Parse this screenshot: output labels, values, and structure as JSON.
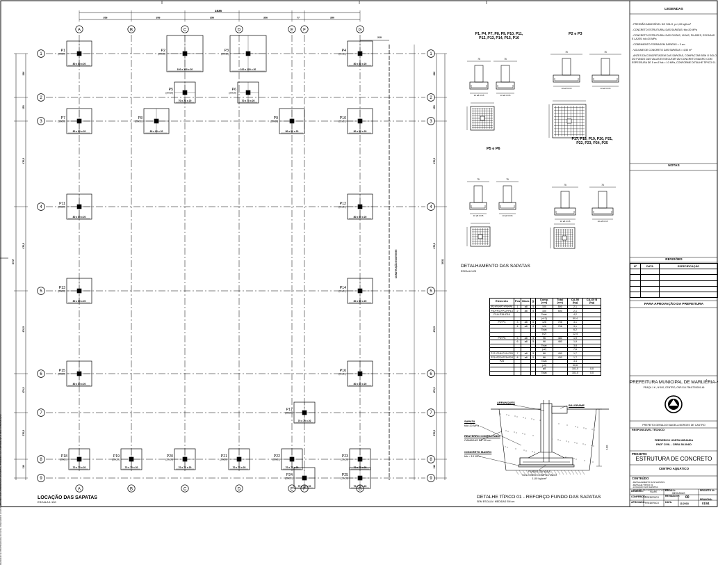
{
  "plan": {
    "title": "LOCAÇÃO DAS SAPATAS",
    "scale": "ESCALA 1:100",
    "col_labels": [
      "A",
      "B",
      "C",
      "D",
      "E",
      "F",
      "G"
    ],
    "row_labels": [
      "1",
      "2",
      "3",
      "4",
      "5",
      "6",
      "7",
      "8",
      "9"
    ],
    "total_width_dim": "1835",
    "bay_dims": [
      "356",
      "356",
      "356",
      "356",
      "77",
      "350"
    ],
    "right_dim": "210",
    "left_total_dim": "3717",
    "right_total_dim": "3931",
    "vertical_note": "CONSTRUÇÃO EXISTENTE",
    "margin_note": "DESENHO E PROPRIEDADE DO ENG. FREDERICO HORTA MIRANDA E DA PREFEITURA MUNICIPAL. PROIBIDA SUA REPRODUÇÃO SEM AUTORIZAÇÃO",
    "footings": [
      {
        "name": "P1",
        "size": "(20x60)",
        "dims": "80 x 80 x 20"
      },
      {
        "name": "P2",
        "size": "(20x16)",
        "dims": "100 x 100 x 20"
      },
      {
        "name": "P3",
        "size": "(20x16)",
        "dims": "100 x 100 x 20"
      },
      {
        "name": "P4",
        "size": "(20x16)",
        "dims": "80 x 80 x 20"
      },
      {
        "name": "P5",
        "size": "(20x16)",
        "dims": "70 x 70 x 20"
      },
      {
        "name": "P6",
        "size": "(20x16)",
        "dims": "70 x 70 x 20"
      },
      {
        "name": "P7",
        "size": "(16x20)",
        "dims": "80 x 80 x 20"
      },
      {
        "name": "P8",
        "size": "(20x16)",
        "dims": "80 x 80 x 20"
      },
      {
        "name": "P9",
        "size": "(20x16)",
        "dims": "80 x 80 x 20"
      },
      {
        "name": "P10",
        "size": "(20x20)",
        "dims": "80 x 80 x 20"
      },
      {
        "name": "P11",
        "size": "(20x20)",
        "dims": "80 x 80 x 20"
      },
      {
        "name": "P12",
        "size": "(20x20)",
        "dims": "80 x 80 x 20"
      },
      {
        "name": "P13",
        "size": "(20x20)",
        "dims": "80 x 80 x 20"
      },
      {
        "name": "P14",
        "size": "(20x20)",
        "dims": "80 x 80 x 20"
      },
      {
        "name": "P15",
        "size": "(20x20)",
        "dims": "80 x 80 x 20"
      },
      {
        "name": "P16",
        "size": "(20x20)",
        "dims": "80 x 80 x 20"
      },
      {
        "name": "P17",
        "size": "(20x20)",
        "dims": "70 x 70 x 20"
      },
      {
        "name": "P18",
        "size": "(20x20)",
        "dims": "70 x 70 x 20"
      },
      {
        "name": "P19",
        "size": "(20x20)",
        "dims": "70 x 70 x 20"
      },
      {
        "name": "P20",
        "size": "(20x20)",
        "dims": "70 x 70 x 20"
      },
      {
        "name": "P21",
        "size": "(20x20)",
        "dims": "70 x 70 x 20"
      },
      {
        "name": "P22",
        "size": "(20x20)",
        "dims": "70 x 70 x 20"
      },
      {
        "name": "P23",
        "size": "(20x20)",
        "dims": "70 x 70 x 20"
      },
      {
        "name": "P24",
        "size": "(20x20)",
        "dims": "70 x 70 x 20"
      },
      {
        "name": "P25",
        "size": "(20x20)",
        "dims": "70 x 70 x 20"
      }
    ]
  },
  "details": {
    "group1_title": "P1, P4, P7, P8, P9, P10, P11, P12, P13, P14, P15, P16",
    "group2_title": "P2 e P3",
    "group3_title": "P5 e P6",
    "group4_title": "P17, P18, P19, P20, P21, P22, P23, P24, P25",
    "section_title": "DETALHAMENTO DAS SAPATAS",
    "section_scale": "ESCALA 1:25"
  },
  "steel_table": {
    "headers": [
      "Elemento",
      "Pos",
      "Diam.",
      "Q.",
      "Comp. (cm)",
      "Total (cm)",
      "CA-50 (kg)",
      "CA-60 B (kg)"
    ],
    "rows": [
      [
        "P1+P4+P7+P8+P9",
        "1",
        "ø8",
        "5",
        "100",
        "500",
        "2,1",
        ""
      ],
      [
        "P10+P11+P12+P13",
        "2",
        "ø8",
        "5",
        "100",
        "500",
        "2,1",
        ""
      ],
      [
        "P14+P15+P16",
        "",
        "",
        "",
        "Total:",
        "",
        "4,2",
        ""
      ],
      [
        "",
        "",
        "",
        "",
        "(x12)",
        "",
        "50,4",
        ""
      ],
      [
        "P2+P3",
        "3",
        "ø8",
        "6",
        "126",
        "756",
        "3,1",
        ""
      ],
      [
        "",
        "4",
        "ø8",
        "6",
        "126",
        "756",
        "3,1",
        ""
      ],
      [
        "",
        "",
        "",
        "",
        "Total:",
        "",
        "6,2",
        ""
      ],
      [
        "",
        "",
        "",
        "",
        "(x2)",
        "",
        "12,4",
        ""
      ],
      [
        "P5+P6",
        "5",
        "ø8",
        "5",
        "96",
        "480",
        "1,9",
        ""
      ],
      [
        "",
        "6",
        "ø8",
        "5",
        "96",
        "480",
        "1,9",
        ""
      ],
      [
        "",
        "",
        "",
        "",
        "Total:",
        "",
        "3,8",
        ""
      ],
      [
        "",
        "",
        "",
        "",
        "(x2)",
        "",
        "7,6",
        ""
      ],
      [
        "P17+P18+P19+P20",
        "7",
        "ø8",
        "5",
        "86",
        "430",
        "1,7",
        ""
      ],
      [
        "P21+P22+P23+P24",
        "8",
        "ø8",
        "5",
        "86",
        "430",
        "1,7",
        ""
      ],
      [
        "P25",
        "",
        "",
        "",
        "Total:",
        "",
        "3,4",
        ""
      ],
      [
        "",
        "",
        "",
        "",
        "(x9)",
        "",
        "30,6",
        ""
      ],
      [
        "",
        "",
        "",
        "",
        "ø8",
        "",
        "101,0",
        "0,0"
      ],
      [
        "",
        "",
        "",
        "",
        "Total:",
        "",
        "101,0",
        "0,0"
      ]
    ]
  },
  "section_detail": {
    "title": "DETALHE TÍPICO 01 - REFORÇO FUNDO DAS SAPATAS",
    "scale": "SEM ESCALA / MEDIDAS EM cm",
    "labels": {
      "arranques": "ARRANQUES",
      "baldrame": "BALDRAME",
      "sapata": "SAPATA",
      "sapata_fck": "fck=20 MPa",
      "reaterro": "REATERRO COMPACTADO",
      "reaterro2": "CAMADAS DE 30 cm",
      "concreto_magro": "CONCRETO MAGRO",
      "concreto_magro2": "fck = 10 MPa",
      "fundo1": "FUNDO DA VALA",
      "fundo2": "SOLO BEM COMPACTADO",
      "fundo3": "1,00 kg/cm²",
      "dim_depth": "100"
    }
  },
  "legend": {
    "title": "LEGENDAS",
    "items": [
      "- PRESSÃO ADMISSÍVEL DO SOLO, p=1,00 kgf/cm²",
      "- CONCRETO ESTRUTURAL DAS SAPATAS: fck=20 MPa",
      "- CONCRETO ESTRUTURAL DAS CINTAS, VIGAS, PILARES, ESCADAS E LAJES: fck=20 MPa",
      "- COBRIMENTO FERRAGEM SAPATAS = 3 cm",
      "- VOLUME DE CONCRETO DAS SAPATAS = 4,50 m³",
      "- ANTES DA CONCRETAGEM DAS SAPATAS, COMPACTAR BEM O SOLO DO FUNDO DAS VALAS E EXECUTAR UM CONCRETO MAGRO COM ESPESSURA DE 5 cm E fck = 10 MPa, CONFORME DETALHE TÍPICO 01."
    ],
    "notes_title": "NOTAS",
    "revisions_title": "REVISÕES",
    "rev_headers": [
      "Nº",
      "DATA",
      "ESPECIFICAÇÃO"
    ],
    "approval": "PARA APROVAÇÃO DA PREFEITURA"
  },
  "title_block": {
    "org": "PREFEITURA MUNICIPAL DE MARLIÉRIA-MG",
    "address": "PRAÇA J.K., Nº100, CENTRO, CNPJ:16.796.872/0001-46",
    "mayor": "PREFEITO:GERALDO MAGELA BORGES DE CASTRO",
    "resp_label": "RESPONSÁVEL TÉCNICO:",
    "engineer": "FREDERICO HORTA MIRANDA",
    "crea": "ENGº CIVIL - CREA 58.304/D",
    "project_label": "PROJETO:",
    "project": "ESTRUTURA DE CONCRETO",
    "building": "CENTRO AQUÁTICO",
    "content_label": "CONTEÚDO:",
    "content_items": [
      "- DETALHAMENTO DAS SAPATAS",
      "- DETALHE TÍPICO 01",
      "- LOCAÇÃO DAS SAPATAS",
      "- QUADRO DE FERROS DAS SAPATAS"
    ],
    "desenho_label": "DESENHO:",
    "desenho_val": "FILIPE",
    "conferido_label": "CONFERIDO:",
    "conferido_val": "FREDERICO",
    "aprovado_label": "APROVADO:",
    "aprovado_val": "FREDERICO",
    "escala_label": "ESCALA:",
    "escala_val": "INDICADAS",
    "revisao_label": "REVISÃO Nº:",
    "revisao_val": "00",
    "data_label": "DATA:",
    "data_val": "11/2018",
    "projeto_n_label": "PROJETO Nº:",
    "prancha_label": "PRANCHA:",
    "prancha_val": "01/04"
  }
}
